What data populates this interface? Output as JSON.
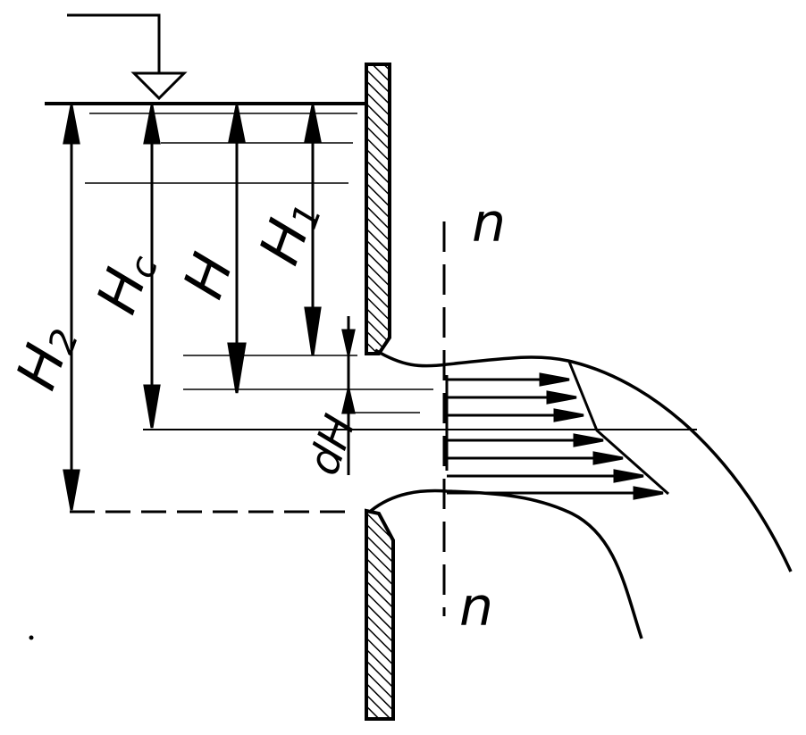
{
  "labels": {
    "h2": "H",
    "h2_sub": "2",
    "hc": "H",
    "hc_sub": "c",
    "h": "H",
    "h1": "H",
    "h1_sub": "1",
    "dh": "dH",
    "n_top": "n",
    "n_bottom": "n"
  },
  "colors": {
    "ink": "#000000",
    "background": "#ffffff"
  },
  "icons": {
    "water_level": "inverted-triangle-water-level-icon"
  }
}
